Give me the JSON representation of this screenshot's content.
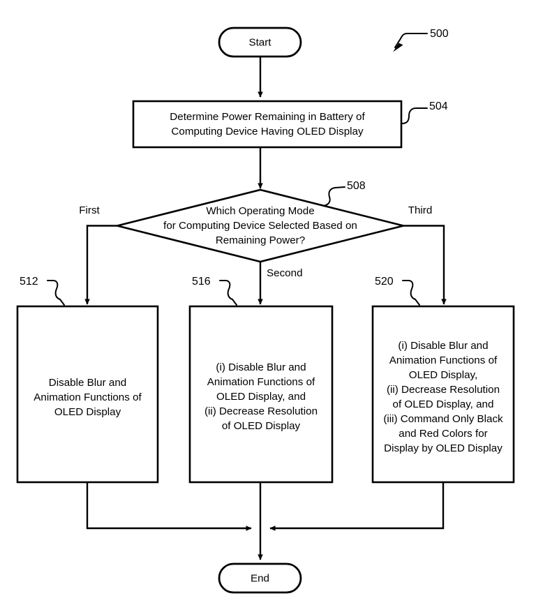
{
  "figure": {
    "number": "500",
    "background_color": "#ffffff",
    "line_color": "#000000"
  },
  "nodes": {
    "start": {
      "label": "Start",
      "shape": "terminator"
    },
    "determine_power": {
      "ref": "504",
      "shape": "process",
      "lines": [
        "Determine Power Remaining in Battery of",
        "Computing Device Having OLED Display"
      ]
    },
    "decision": {
      "ref": "508",
      "shape": "diamond",
      "lines": [
        "Which Operating Mode",
        "for Computing Device Selected Based on",
        "Remaining Power?"
      ]
    },
    "first_mode": {
      "ref": "512",
      "shape": "process",
      "lines": [
        "Disable Blur and",
        "Animation Functions of",
        "OLED Display"
      ]
    },
    "second_mode": {
      "ref": "516",
      "shape": "process",
      "lines": [
        "(i) Disable Blur and",
        "Animation Functions of",
        "OLED Display, and",
        "(ii) Decrease Resolution",
        "of OLED Display"
      ]
    },
    "third_mode": {
      "ref": "520",
      "shape": "process",
      "lines": [
        "(i) Disable Blur and",
        "Animation Functions of",
        "OLED Display,",
        "(ii) Decrease Resolution",
        "of OLED Display, and",
        "(iii) Command Only Black",
        "and Red Colors for",
        "Display by OLED Display"
      ]
    },
    "end": {
      "label": "End",
      "shape": "terminator"
    }
  },
  "edge_labels": {
    "first": "First",
    "second": "Second",
    "third": "Third"
  }
}
